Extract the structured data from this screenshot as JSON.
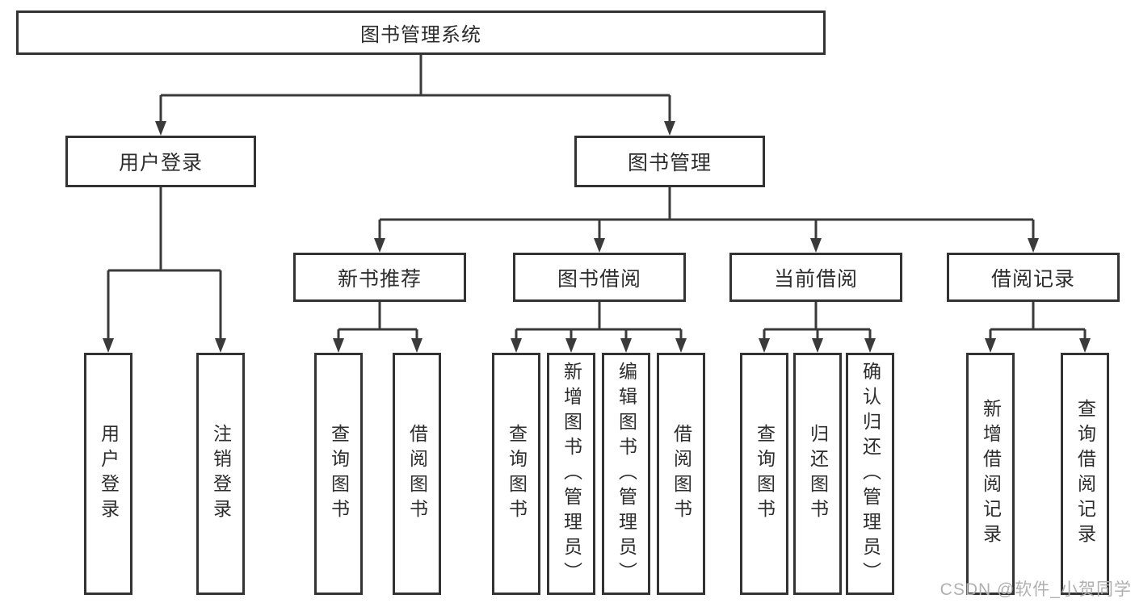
{
  "tree": {
    "root": "图书管理系统",
    "level2": [
      "用户登录",
      "图书管理"
    ],
    "level3": [
      "新书推荐",
      "图书借阅",
      "当前借阅",
      "借阅记录"
    ],
    "leaves_login": [
      "用户登录",
      "注销登录"
    ],
    "leaves_newbook": [
      "查询图书",
      "借阅图书"
    ],
    "leaves_borrow": [
      "查询图书",
      "新增图书（管理员）",
      "编辑图书（管理员）",
      "借阅图书"
    ],
    "leaves_current": [
      "查询图书",
      "归还图书",
      "确认归还（管理员）"
    ],
    "leaves_records": [
      "新增借阅记录",
      "查询借阅记录"
    ]
  },
  "watermark": "CSDN @软件_小贺同学",
  "colors": {
    "line": "#3a3a3a",
    "border": "#333333",
    "text": "#2d2d2d",
    "watermark": "#b0b0b0",
    "background": "#ffffff"
  }
}
